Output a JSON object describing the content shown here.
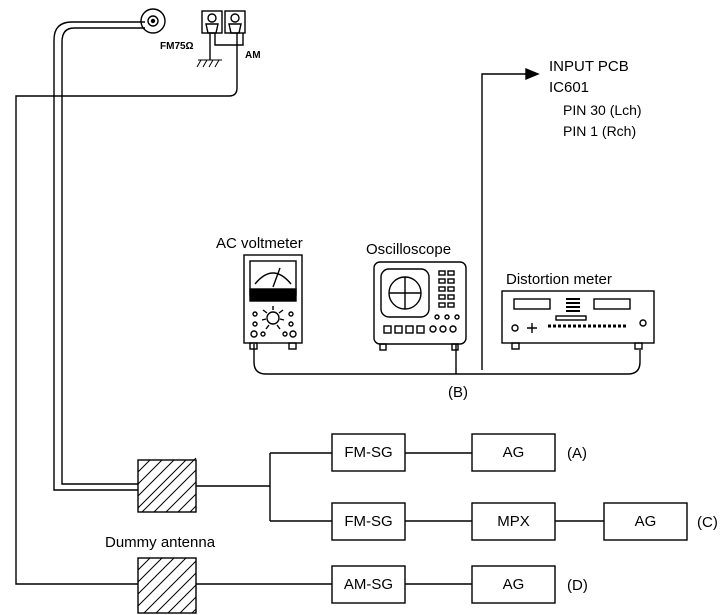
{
  "antenna_terminal": {
    "fm_label": "FM75Ω",
    "am_label": "AM"
  },
  "connection_target": {
    "line1": "INPUT PCB",
    "line2": "IC601",
    "line3": "PIN 30 (Lch)",
    "line4": "PIN  1  (Rch)"
  },
  "instruments": {
    "ac_voltmeter": "AC voltmeter",
    "oscilloscope": "Oscilloscope",
    "distortion_meter": "Distortion meter"
  },
  "point_b": "(B)",
  "dummy_antenna": "Dummy antenna",
  "blocks": {
    "fm_sg_1": "FM-SG",
    "ag_a": "AG",
    "label_a": "(A)",
    "fm_sg_2": "FM-SG",
    "mpx": "MPX",
    "ag_c": "AG",
    "label_c": "(C)",
    "am_sg": "AM-SG",
    "ag_d": "AG",
    "label_d": "(D)"
  }
}
